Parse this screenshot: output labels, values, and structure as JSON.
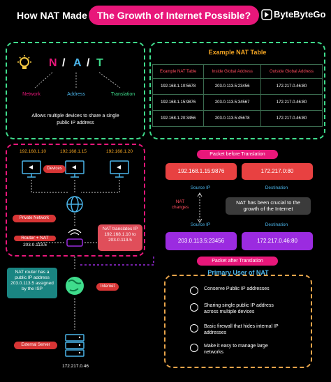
{
  "header": {
    "title_prefix": "How NAT Made",
    "title_highlight": "The Growth of Internet Possible?",
    "brand": "ByteByteGo"
  },
  "nat_acronym": {
    "letters": [
      "N",
      "/",
      "A",
      "/",
      "T"
    ],
    "parts": [
      "Network",
      "Address",
      "Translation"
    ],
    "description": "Allows multiple devices to share a single public IP address"
  },
  "nat_table": {
    "title": "Example NAT Table",
    "headers": [
      "Example NAT Table",
      "Inside Global Address",
      "Outside Global Address"
    ],
    "rows": [
      [
        "192.168.1.10:5678",
        "203.0.113.5:23456",
        "172.217.0.46:80"
      ],
      [
        "192.168.1.15:9876",
        "203.0.113.5:34567",
        "172.217.0.46:80"
      ],
      [
        "192.168.1.20:3456",
        "203.0.113.5:45678",
        "172.217.0.46:80"
      ]
    ]
  },
  "network": {
    "device_ips": [
      "192.168.1.10",
      "192.168.1.15",
      "192.168.1.20"
    ],
    "devices_label": "Devices",
    "private_network": "Private Network",
    "router_label": "Router + NAT",
    "router_ip": "203.0.113.5",
    "translate_note": "NAT translates IP 192.168.1.10 to 203.0.113.5",
    "isp_note": "NAT router has a public IP address 203.0.113.5 assigned by the ISP",
    "internet_label": "Internet",
    "server_label": "External Server",
    "server_ip": "172.217.0.46"
  },
  "packets": {
    "before_title": "Packet before Translation",
    "before_source": "192.168.1.15:9876",
    "before_dest": "172.217.0:80",
    "source_label": "Source IP",
    "dest_label": "Destination",
    "nat_changes": "NAT changes",
    "crucial_note": "NAT has been crucial to the growth of the Internet",
    "source_label_2": "Source IP",
    "dest_label_2": "Destination",
    "after_source": "203.0.113.5:23456",
    "after_dest": "172.217.0.46:80",
    "after_title": "Packet after Translation"
  },
  "uses": {
    "title": "Primary User of NAT",
    "items": [
      "Conserve Public IP addresses",
      "Sharing single public IP address across multiple devices",
      "Basic firewall that hides internal IP addresses",
      "Make it easy to manage large networks"
    ]
  },
  "colors": {
    "pink": "#e8177a",
    "blue": "#4bb5ea",
    "green": "#3fdc8c",
    "orange": "#e8a44a",
    "red": "#e84141",
    "purple": "#9b2be0"
  }
}
